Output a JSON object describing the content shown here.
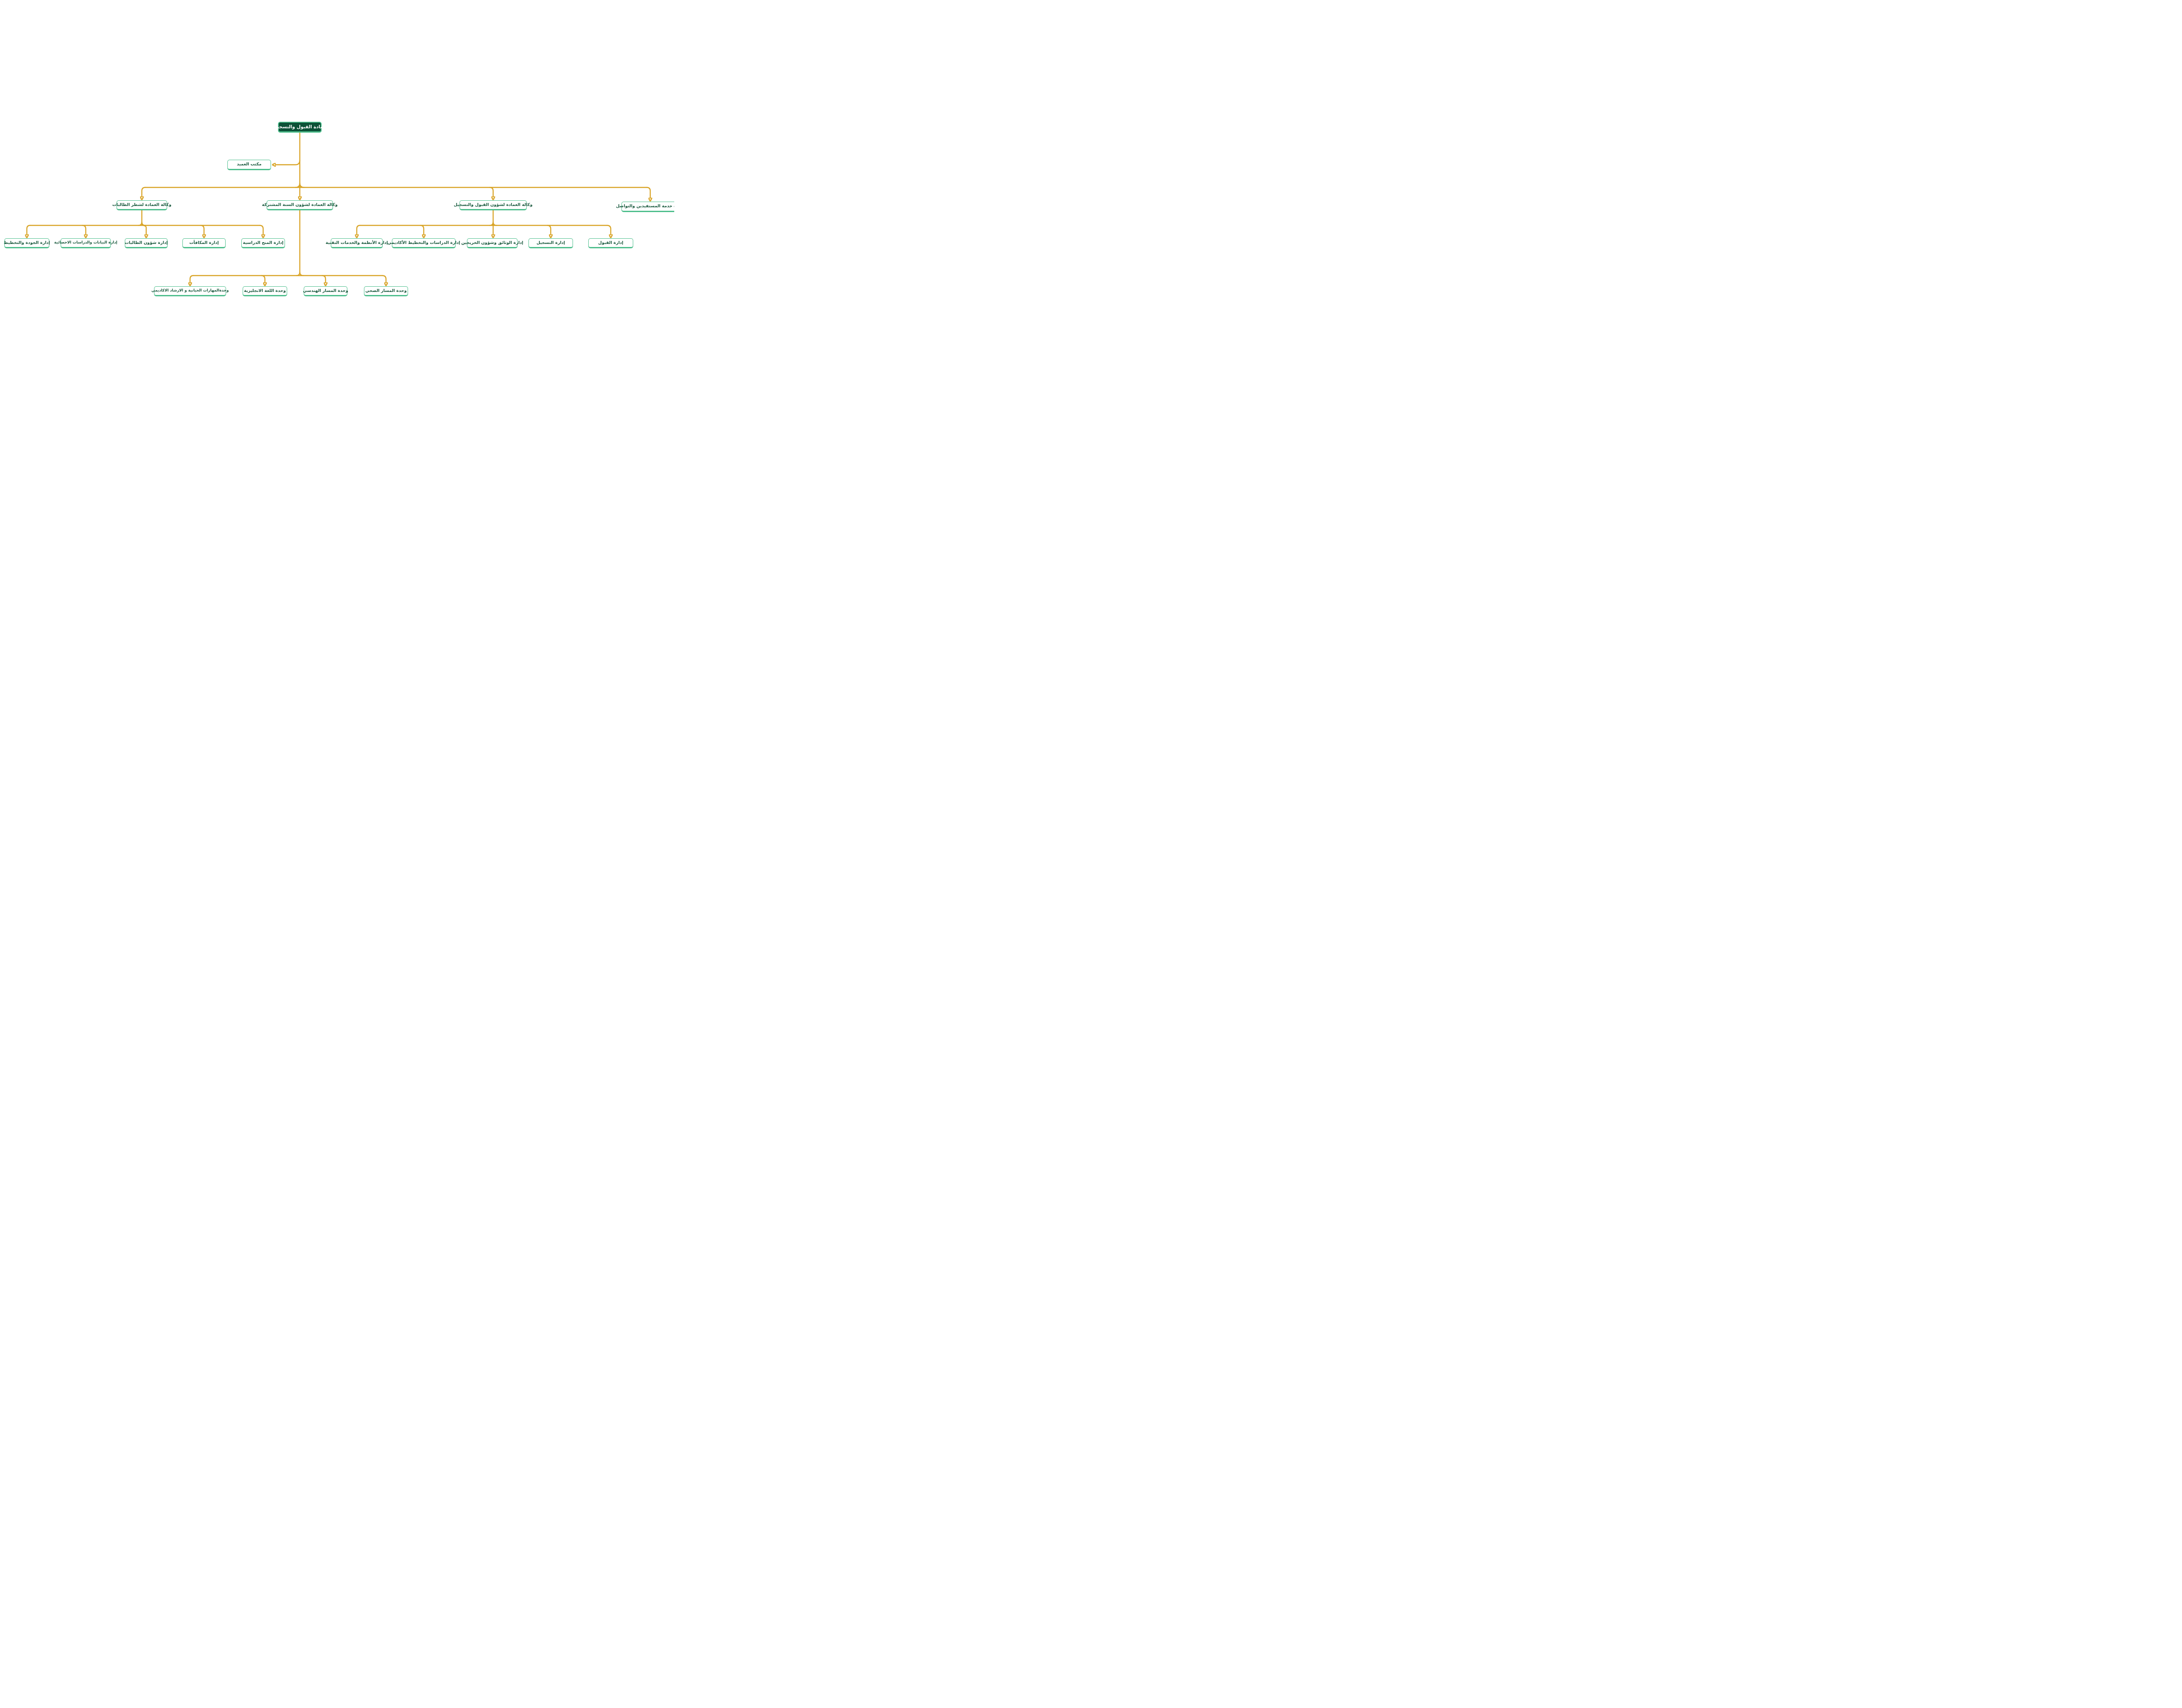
{
  "org_chart": {
    "root": {
      "label": "عمادة القبول والتسجيل"
    },
    "dean_office": {
      "label": "مكتب العميد"
    },
    "vice_deanships": [
      {
        "label": "وكالة العمادة لشطر الطالبات"
      },
      {
        "label": "وكالة العمادة لشؤون السنة المشتركة"
      },
      {
        "label": "وكالة العمادة لشؤون القبول والتسجيل"
      },
      {
        "label": "إدارة خدمة المستفيدين والتواصل"
      }
    ],
    "female_section_departments": [
      {
        "label": "إدارة الجودة والتخطيط"
      },
      {
        "label": "إدارة البيانات والدراسات الاحصائية"
      },
      {
        "label": "إدارة شؤون الطالبات"
      },
      {
        "label": "إدارة المكافأت"
      },
      {
        "label": "إدارة المنح الدراسية"
      }
    ],
    "admission_departments": [
      {
        "label": "إدارة الأنظمة والخدمات التقنية"
      },
      {
        "label": "إدارة الدراسات والتخطيط الأكاديمي"
      },
      {
        "label": "إدارة الوثائق وشؤون الخريجين"
      },
      {
        "label": "إدارة التسجيل"
      },
      {
        "label": "إدارة القبول"
      }
    ],
    "common_year_units": [
      {
        "label": "وحدةالمهارات الحياتية و الارشاد الاكاديمي"
      },
      {
        "label": "وحدة اللغة الانجليزية"
      },
      {
        "label": "وحدة المسار الهندسي"
      },
      {
        "label": "وحدة المسار الصحي"
      }
    ]
  },
  "colors": {
    "node_border": "#4dbe8c",
    "node_text": "#17583c",
    "root_fill": "#0c5137",
    "root_text": "#ffffff",
    "connector": "#d9a427",
    "background": "#ffffff"
  }
}
